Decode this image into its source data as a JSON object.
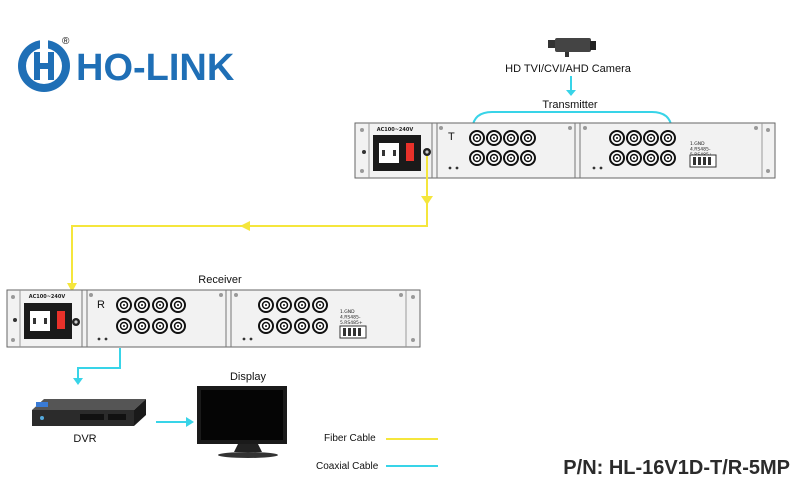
{
  "logo": {
    "text": "HO-LINK",
    "registered": "®",
    "color": "#1f6fb6"
  },
  "devices": {
    "camera": {
      "label": "HD TVI/CVI/AHD Camera"
    },
    "transmitter": {
      "label": "Transmitter",
      "power_label": "AC100~240V",
      "unit_letter": "T",
      "data_pins": "1.GND\n4.RS485-\n5.RS485+"
    },
    "receiver": {
      "label": "Receiver",
      "power_label": "AC100~240V",
      "unit_letter": "R",
      "data_pins": "1.GND\n4.RS485-\n5.RS485+"
    },
    "dvr": {
      "label": "DVR"
    },
    "display": {
      "label": "Display"
    }
  },
  "legend": {
    "fiber_label": "Fiber Cable",
    "coax_label": "Coaxial Cable"
  },
  "part_number": "P/N: HL-16V1D-T/R-5MP",
  "colors": {
    "fiber": "#f5e63c",
    "coax": "#38d4e8",
    "chassis": "#f2f2f2",
    "brand": "#1f6fb6"
  }
}
